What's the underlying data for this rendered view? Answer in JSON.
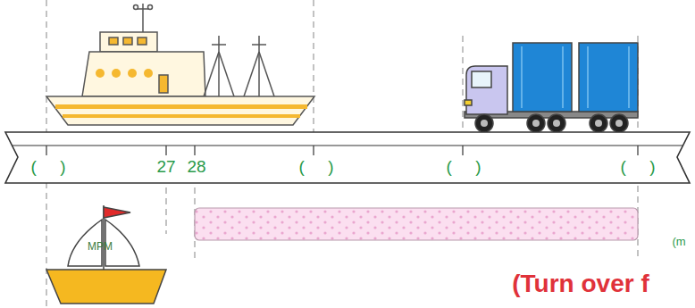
{
  "diagram": {
    "labels": [
      "(     )",
      "27",
      "28",
      "(     )",
      "(     )",
      "(     )",
      "(m",
      "MPM",
      "(Turn over f"
    ]
  }
}
